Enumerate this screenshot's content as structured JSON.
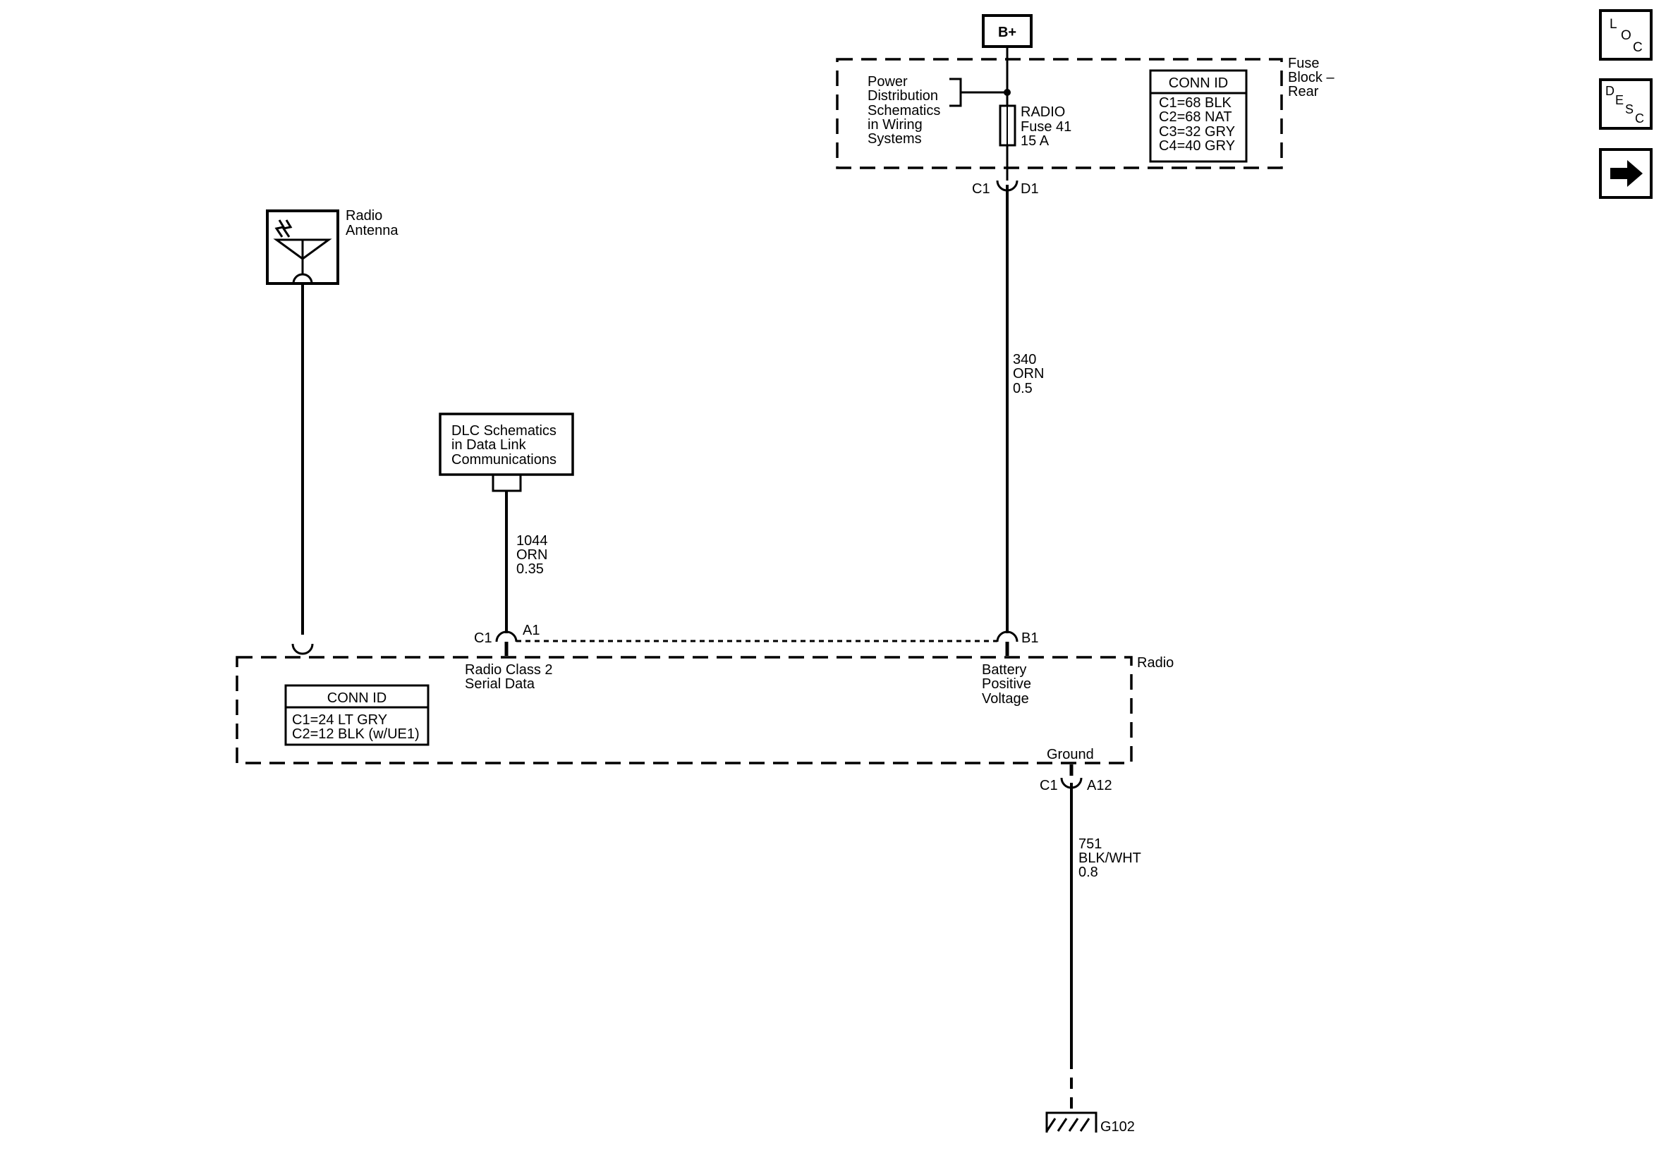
{
  "power_source": {
    "label": "B+"
  },
  "fuse_block": {
    "label_lines": [
      "Fuse",
      "Block –",
      "Rear"
    ],
    "power_note_lines": [
      "Power",
      "Distribution",
      "Schematics",
      "in Wiring",
      "Systems"
    ],
    "fuse_lines": [
      "RADIO",
      "Fuse 41",
      "15 A"
    ],
    "conn_id": {
      "title": "CONN ID",
      "lines": [
        "C1=68 BLK",
        "C2=68 NAT",
        "C3=32 GRY",
        "C4=40 GRY"
      ]
    },
    "out_connector": {
      "conn": "C1",
      "pin": "D1"
    }
  },
  "antenna": {
    "label_lines": [
      "Radio",
      "Antenna"
    ]
  },
  "dlc": {
    "label_lines": [
      "DLC Schematics",
      "in Data Link",
      "Communications"
    ]
  },
  "wires": {
    "serial": [
      "1044",
      "ORN",
      "0.35"
    ],
    "battery": [
      "340",
      "ORN",
      "0.5"
    ],
    "ground": [
      "751",
      "BLK/WHT",
      "0.8"
    ]
  },
  "radio": {
    "label": "Radio",
    "serial_conn": {
      "conn": "C1",
      "pin": "A1",
      "label_lines": [
        "Radio Class 2",
        "Serial Data"
      ]
    },
    "battery_conn": {
      "pin": "B1",
      "label_lines": [
        "Battery",
        "Positive",
        "Voltage"
      ]
    },
    "ground_conn": {
      "label": "Ground",
      "conn": "C1",
      "pin": "A12"
    },
    "conn_id": {
      "title": "CONN ID",
      "lines": [
        "C1=24 LT GRY",
        "C2=12 BLK (w/UE1)"
      ]
    }
  },
  "ground_point": {
    "label": "G102"
  },
  "nav": {
    "loc": [
      "L",
      "O",
      "C"
    ],
    "desc": [
      "D",
      "E",
      "S",
      "C"
    ]
  }
}
